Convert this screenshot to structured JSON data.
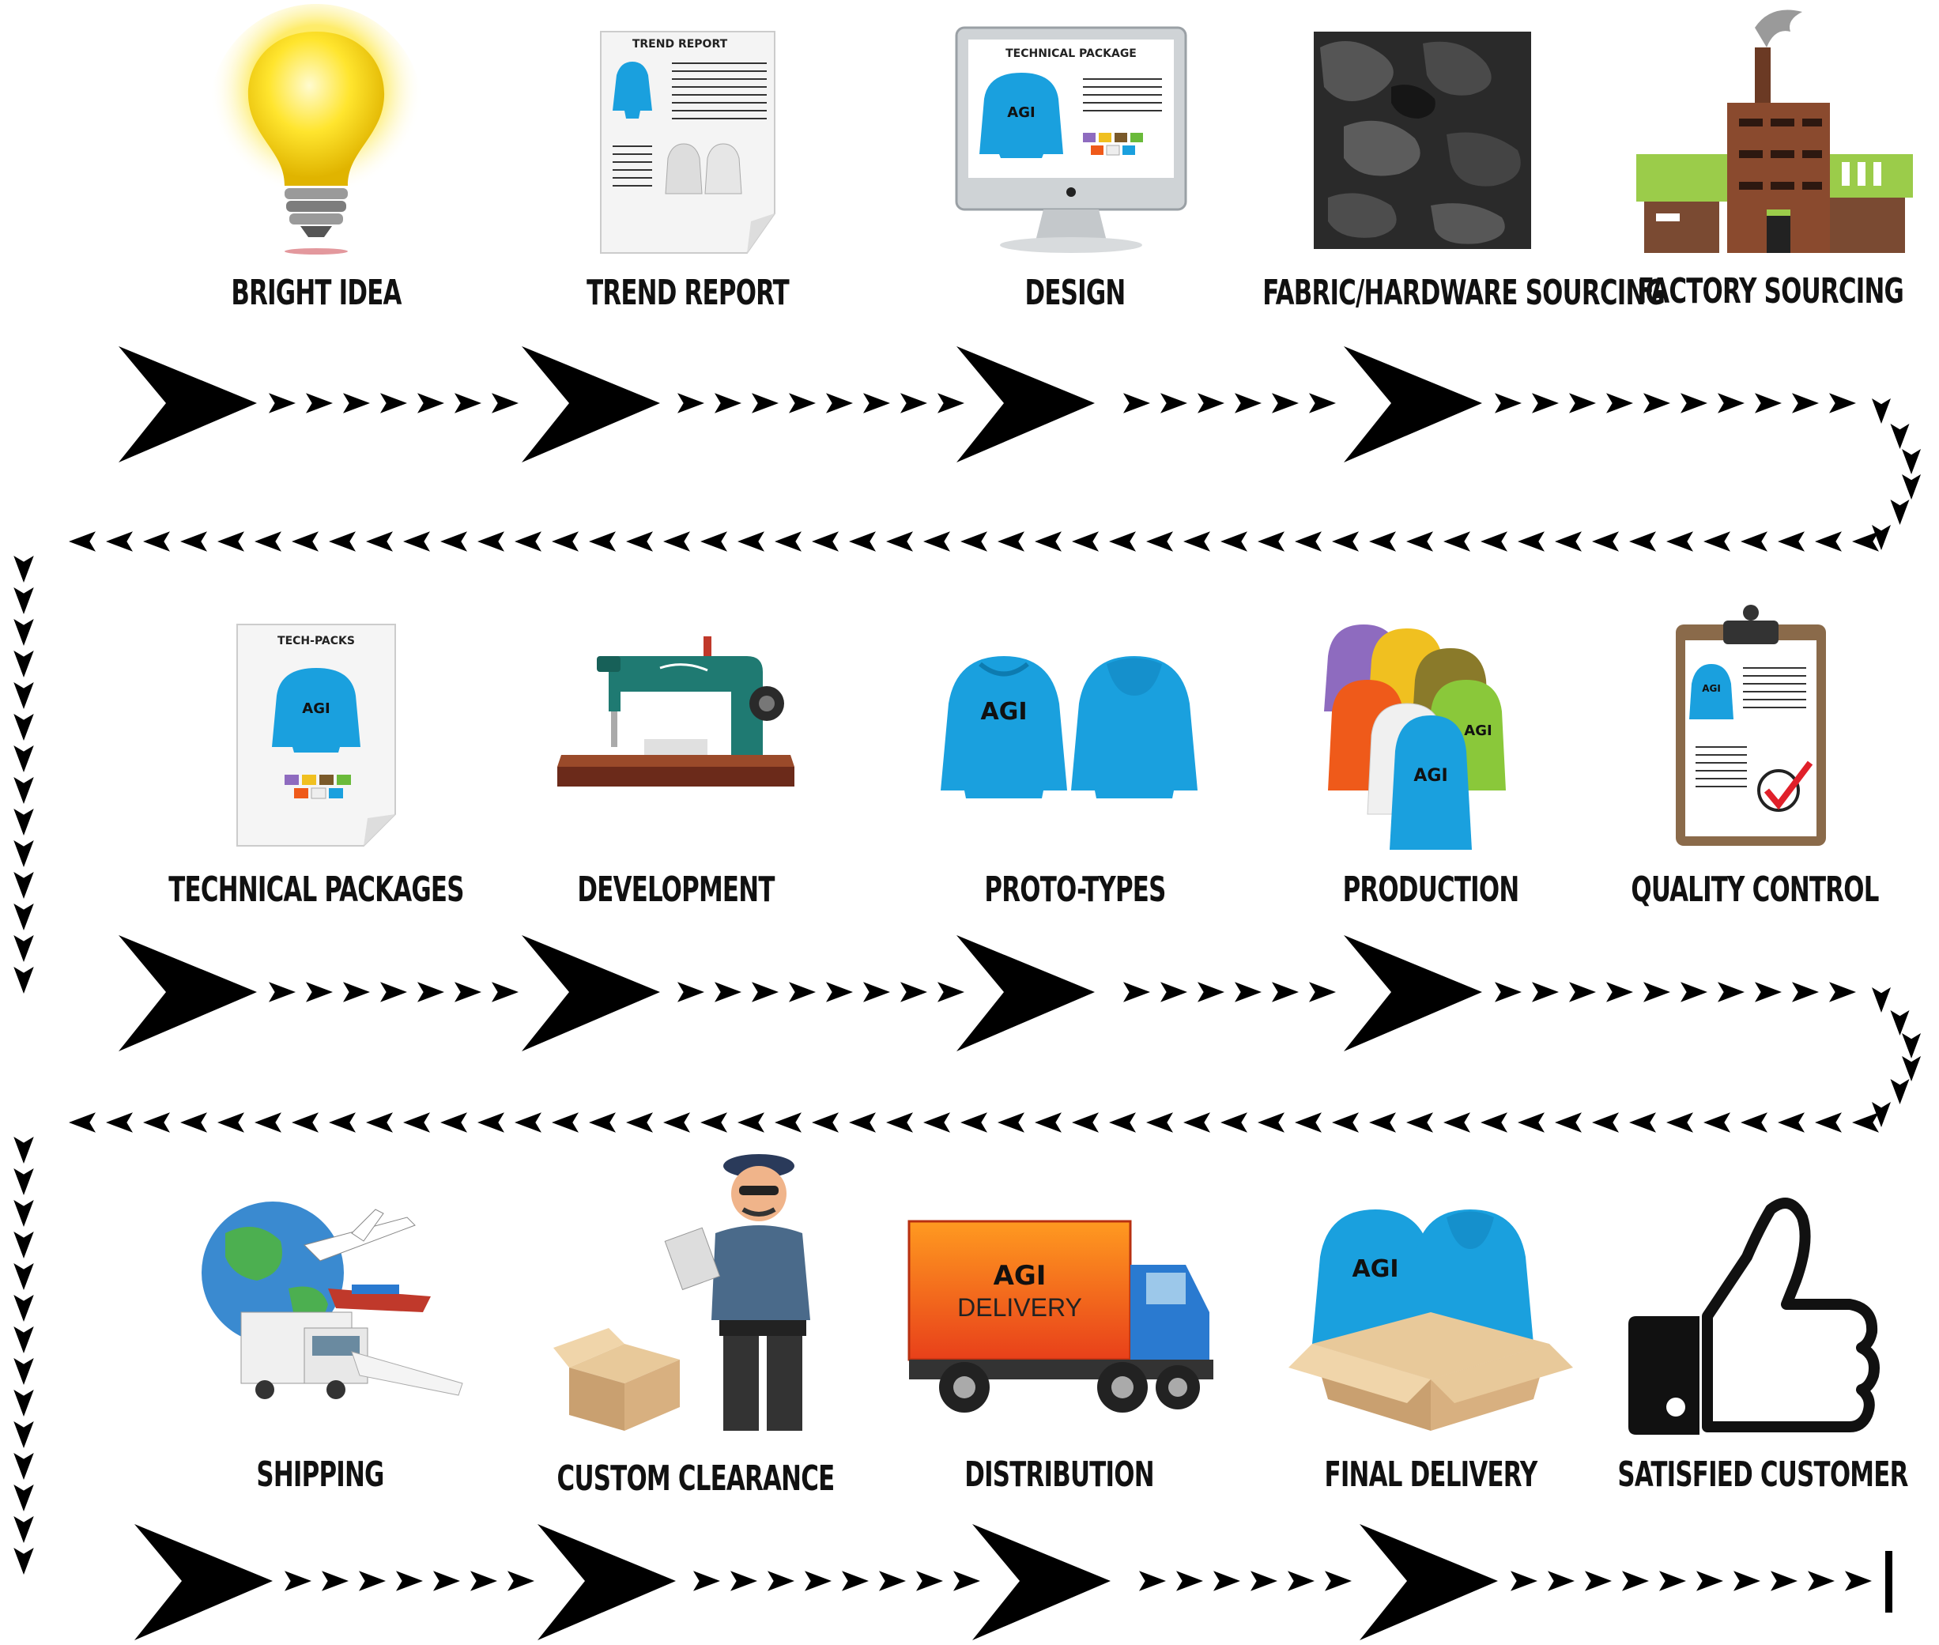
{
  "steps": [
    {
      "label": "BRIGHT IDEA",
      "icon": "lightbulb-icon"
    },
    {
      "label": "TREND REPORT",
      "icon": "trend-report-document-icon",
      "doc_title": "TREND REPORT"
    },
    {
      "label": "DESIGN",
      "icon": "monitor-design-icon",
      "doc_title": "TECHNICAL PACKAGE",
      "brand": "AGI"
    },
    {
      "label": "FABRIC/HARDWARE SOURCING",
      "icon": "camo-fabric-icon"
    },
    {
      "label": "FACTORY SOURCING",
      "icon": "factory-icon"
    },
    {
      "label": "TECHNICAL PACKAGES",
      "icon": "tech-pack-document-icon",
      "doc_title": "TECH-PACKS",
      "brand": "AGI"
    },
    {
      "label": "DEVELOPMENT",
      "icon": "sewing-machine-icon"
    },
    {
      "label": "PROTO-TYPES",
      "icon": "hoodies-icon",
      "brand": "AGI"
    },
    {
      "label": "PRODUCTION",
      "icon": "hoodie-stack-icon",
      "brand": "AGI"
    },
    {
      "label": "QUALITY CONTROL",
      "icon": "clipboard-check-icon",
      "brand": "AGI"
    },
    {
      "label": "SHIPPING",
      "icon": "globe-transport-icon"
    },
    {
      "label": "CUSTOM CLEARANCE",
      "icon": "customs-officer-icon"
    },
    {
      "label": "DISTRIBUTION",
      "icon": "delivery-truck-icon",
      "brand": "AGI",
      "truck_text": "DELIVERY"
    },
    {
      "label": "FINAL DELIVERY",
      "icon": "hoodies-box-icon",
      "brand": "AGI"
    },
    {
      "label": "SATISFIED CUSTOMER",
      "icon": "thumbs-up-icon"
    }
  ],
  "colors": {
    "arrow": "#000000",
    "hoodie": "#1aa0de",
    "label": "#111111"
  }
}
